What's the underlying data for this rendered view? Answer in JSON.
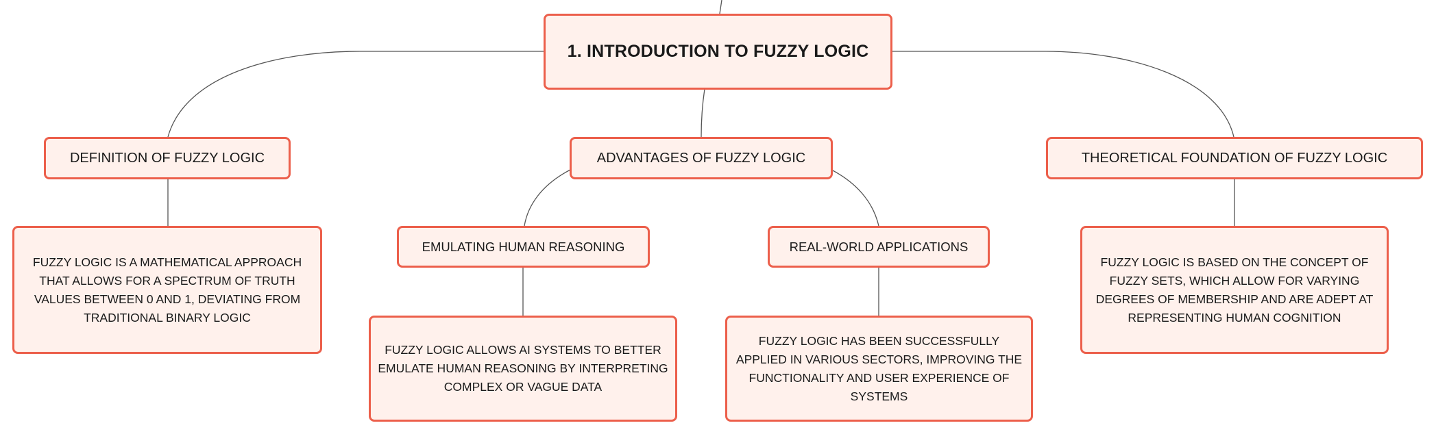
{
  "colors": {
    "node_fill": "#fff1ec",
    "node_border": "#ec5f4b",
    "connector": "#555555",
    "text": "#1a1a1a"
  },
  "root": {
    "label": "1. INTRODUCTION TO FUZZY LOGIC"
  },
  "topics": [
    {
      "label": "DEFINITION OF FUZZY LOGIC",
      "detail": "FUZZY LOGIC IS A MATHEMATICAL APPROACH THAT ALLOWS FOR A SPECTRUM OF TRUTH VALUES BETWEEN 0 AND 1, DEVIATING FROM TRADITIONAL BINARY LOGIC"
    },
    {
      "label": "ADVANTAGES OF FUZZY LOGIC",
      "subtopics": [
        {
          "label": "EMULATING HUMAN REASONING",
          "detail": "FUZZY LOGIC ALLOWS AI SYSTEMS TO BETTER EMULATE HUMAN REASONING BY INTERPRETING COMPLEX OR VAGUE DATA"
        },
        {
          "label": "REAL-WORLD APPLICATIONS",
          "detail": "FUZZY LOGIC HAS BEEN SUCCESSFULLY APPLIED IN VARIOUS SECTORS, IMPROVING THE FUNCTIONALITY AND USER EXPERIENCE OF SYSTEMS"
        }
      ]
    },
    {
      "label": "THEORETICAL FOUNDATION OF FUZZY LOGIC",
      "detail": "FUZZY LOGIC IS BASED ON THE CONCEPT OF FUZZY SETS, WHICH ALLOW FOR VARYING DEGREES OF MEMBERSHIP AND ARE ADEPT AT REPRESENTING HUMAN COGNITION"
    }
  ]
}
